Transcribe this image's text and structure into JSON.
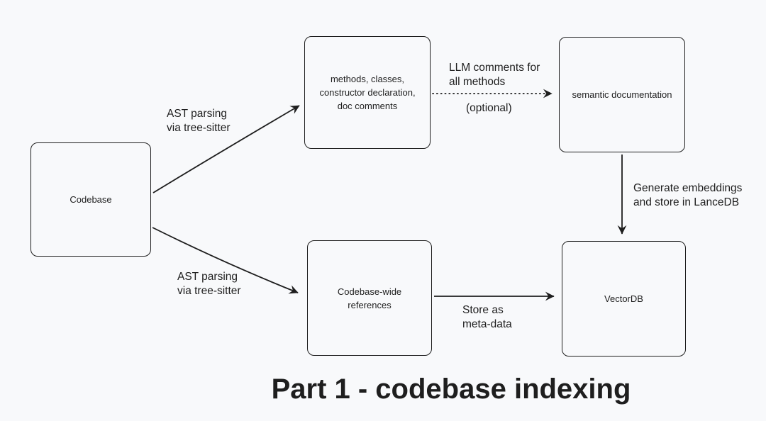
{
  "title": "Part 1 - codebase indexing",
  "colors": {
    "background": "#f8f9fb",
    "stroke": "#1e1e1e",
    "text": "#1e1e1e"
  },
  "nodes": {
    "codebase": {
      "label": "Codebase"
    },
    "ast_elements": {
      "label": "methods, classes,\nconstructor declaration,\ndoc comments"
    },
    "semantic_documentation": {
      "label": "semantic documentation"
    },
    "codebase_references": {
      "label": "Codebase-wide\nreferences"
    },
    "vectordb": {
      "label": "VectorDB"
    }
  },
  "edges": {
    "codebase_to_ast_elements": {
      "label": "AST parsing\nvia tree-sitter",
      "style": "solid-arrow"
    },
    "codebase_to_references": {
      "label": "AST parsing\nvia tree-sitter",
      "style": "solid-arrow"
    },
    "ast_elements_to_semantic": {
      "label": "LLM comments for\nall methods",
      "sublabel": "(optional)",
      "style": "dotted-arrow"
    },
    "semantic_to_vectordb": {
      "label": "Generate embeddings\nand store in LanceDB",
      "style": "solid-arrow"
    },
    "references_to_vectordb": {
      "label": "Store as\nmeta-data",
      "style": "solid-arrow"
    }
  }
}
